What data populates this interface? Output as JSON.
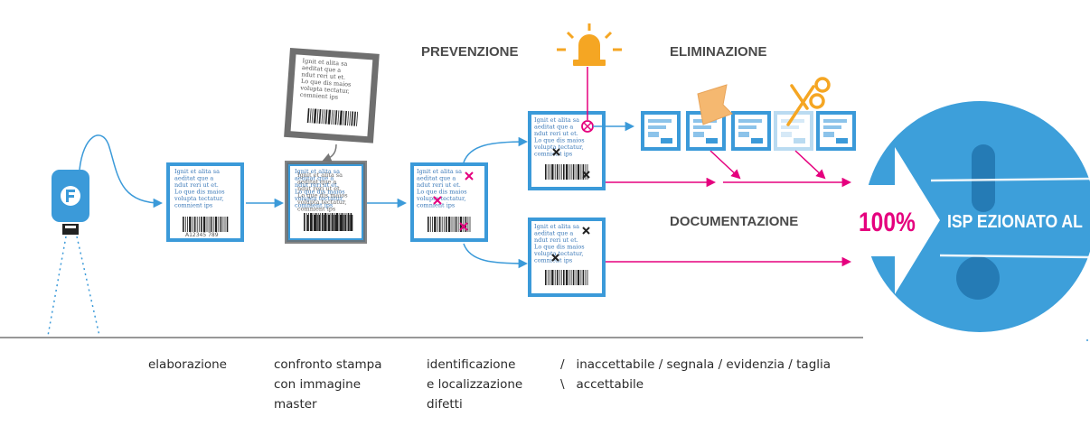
{
  "headings": {
    "prevention": "PREVENZIONE",
    "elimination": "ELIMINAZIONE",
    "documentation": "DOCUMENTAZIONE"
  },
  "badge": {
    "percent": "100%",
    "text": "ISP EZIONATO AL"
  },
  "doc_sample": {
    "lines": [
      "Ignit et alita sa",
      "aeditat que a",
      "ndut reri ut et.",
      "Lo que dis maios",
      "volupta tectatur,",
      "comnient ips"
    ],
    "code": "A12345 789"
  },
  "steps": {
    "processing": [
      "elaborazione"
    ],
    "compare": [
      "confronto stampa",
      "con immagine",
      "master"
    ],
    "identify": [
      "identificazione",
      "e localizzazione",
      "difetti"
    ]
  },
  "outcomes": {
    "rejected_mark": "/",
    "rejected_text": "inaccettabile / segnala / evidenzia / taglia",
    "accepted_mark": "\\",
    "accepted_text": "accettabile"
  },
  "colors": {
    "blue": "#3b9ad9",
    "magenta": "#e5007e",
    "orange": "#f5a623",
    "gray": "#6f6f6f",
    "dark_text": "#2b2b2b"
  },
  "icons": {
    "camera": "camera-icon",
    "alarm": "alarm-light-icon",
    "tape": "tape-icon",
    "scissors": "scissors-icon",
    "defect": "defect-x-icon"
  }
}
